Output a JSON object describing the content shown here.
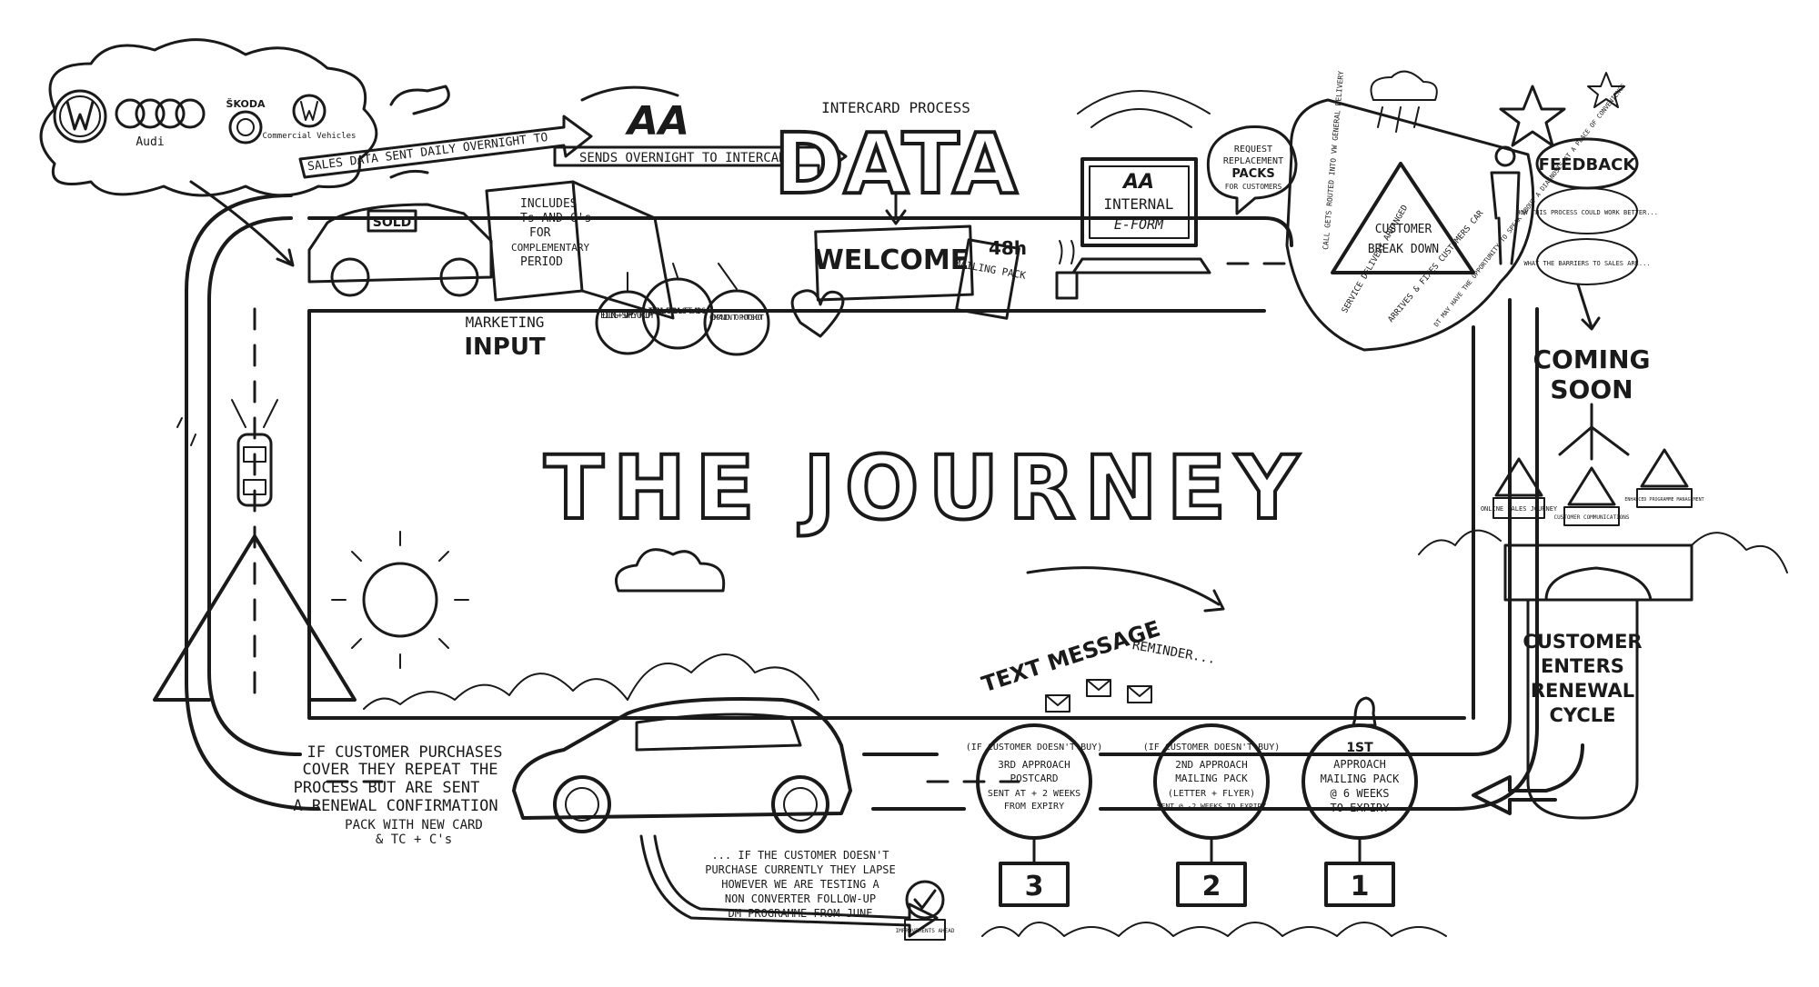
{
  "title": "THE JOURNEY",
  "brands": {
    "audi": "Audi",
    "skoda": "ŠKODA",
    "commercial": "Commercial Vehicles"
  },
  "data_flow": {
    "sales_data": "SALES DATA SENT DAILY OVERNIGHT TO",
    "aa_logo": "AA",
    "sends_overnight": "SENDS OVERNIGHT TO INTERCARD",
    "intercard_process": "INTERCARD PROCESS",
    "data": "DATA",
    "welcome": "WELCOME",
    "hours": "48h",
    "mailing_pack": "MAILING PACK"
  },
  "car_sold": "SOLD",
  "book": {
    "line1": "INCLUDES",
    "line2": "Ts AND C's",
    "line3": "FOR",
    "line4": "COMPLEMENTARY",
    "line5": "PERIOD"
  },
  "marketing": {
    "line1": "MARKETING",
    "line2": "INPUT",
    "circle1": "EDITING + SUPPLY OF COPY",
    "circle2": "INTERNAL APPROVAL OF Ts AND Cs",
    "circle3": "COMPANION TO PHOTOSHOOT"
  },
  "eform": {
    "aa": "AA",
    "internal": "INTERNAL",
    "eform": "E-FORM",
    "bubble1": "REQUEST",
    "bubble2": "REPLACEMENT",
    "bubble3": "PACKS",
    "bubble4": "FOR CUSTOMERS"
  },
  "breakdown": {
    "sign1": "CUSTOMER",
    "sign2": "BREAK DOWN",
    "note1": "CALL GETS ROUTED INTO VW GENERAL DELIVERY",
    "note2": "SERVICE DELIVERY ARRANGED",
    "note3": "ARRIVES & FIXES CUSTOMERS CAR",
    "note4": "DT MAY HAVE THE OPPORTUNITY TO SPEAK ABOUT A DIAGNOSIS AT A PLACE OF CONVENIENCE"
  },
  "feedback": {
    "title": "FEEDBACK",
    "q1": "HOW THIS PROCESS COULD WORK BETTER...",
    "q2": "WHAT THE BARRIERS TO SALES ARE..."
  },
  "coming_soon": {
    "line1": "COMING",
    "line2": "SOON",
    "sign1": "ONLINE SALES JOURNEY",
    "sign2": "CUSTOMER COMMUNICATIONS",
    "sign3": "ENHANCED PROGRAMME MANAGEMENT"
  },
  "renewal": {
    "line1": "CUSTOMER",
    "line2": "ENTERS",
    "line3": "RENEWAL",
    "line4": "CYCLE"
  },
  "text_reminder": {
    "big": "TEXT MESSAGE",
    "small": "REMINDER..."
  },
  "approaches": [
    {
      "number": "3",
      "line1": "(IF CUSTOMER DOESN'T BUY)",
      "line2": "3RD APPROACH",
      "line3": "POSTCARD",
      "line4": "SENT AT + 2 WEEKS",
      "line5": "FROM EXPIRY"
    },
    {
      "number": "2",
      "line1": "(IF CUSTOMER DOESN'T BUY)",
      "line2": "2ND APPROACH",
      "line3": "MAILING PACK",
      "line4": "(LETTER + FLYER)",
      "line5": "SENT @ -2 WEEKS TO EXPIRY"
    },
    {
      "number": "1",
      "line1": "1ST",
      "line2": "APPROACH",
      "line3": "MAILING PACK",
      "line4": "@ 6 WEEKS",
      "line5": "TO EXPIRY"
    }
  ],
  "purchase_note": {
    "line1": "IF CUSTOMER PURCHASES",
    "line2": "COVER THEY REPEAT THE",
    "line3": "PROCESS BUT ARE SENT",
    "line4": "A RENEWAL CONFIRMATION",
    "line5": "PACK WITH NEW CARD",
    "line6": "& TC + C's"
  },
  "lapse_note": {
    "line1": "... IF THE CUSTOMER DOESN'T",
    "line2": "PURCHASE CURRENTLY THEY LAPSE",
    "line3": "HOWEVER WE ARE TESTING A",
    "line4": "NON CONVERTER FOLLOW-UP",
    "line5": "DM PROGRAMME FROM JUNE"
  },
  "improvements_sign": "IMPROVEMENTS AHEAD"
}
